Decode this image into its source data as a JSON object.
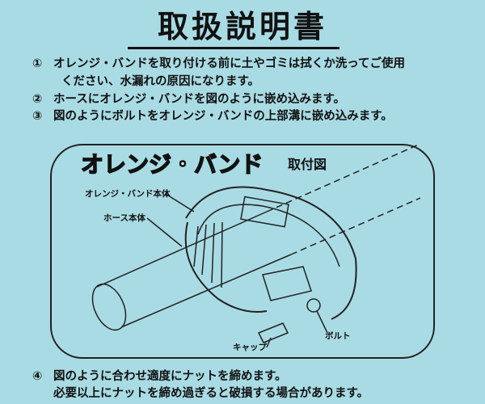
{
  "title": "取扱説明書",
  "instructions": [
    {
      "num": "①",
      "lines": [
        "オレンジ・バンドを取り付ける前に土やゴミは拭くか洗ってご使用",
        "ください、水漏れの原因になります。"
      ]
    },
    {
      "num": "②",
      "lines": [
        "ホースにオレンジ・バンドを図のように嵌め込みます。"
      ]
    },
    {
      "num": "③",
      "lines": [
        "図のようにボルトをオレンジ・バンドの上部溝に嵌め込みます。"
      ]
    },
    {
      "num": "④",
      "lines": [
        "図のように合わせ適度にナットを締めます。",
        "必要以上にナットを締め過ぎると破損する場合があります。"
      ]
    }
  ],
  "diagram": {
    "title": "オレンジ・バンド",
    "subtitle": "取付図",
    "labels": {
      "band_body": "オレンジ・バンド本体",
      "hose_body": "ホース本体",
      "cap": "キャップ",
      "bolt": "ボルト"
    }
  }
}
